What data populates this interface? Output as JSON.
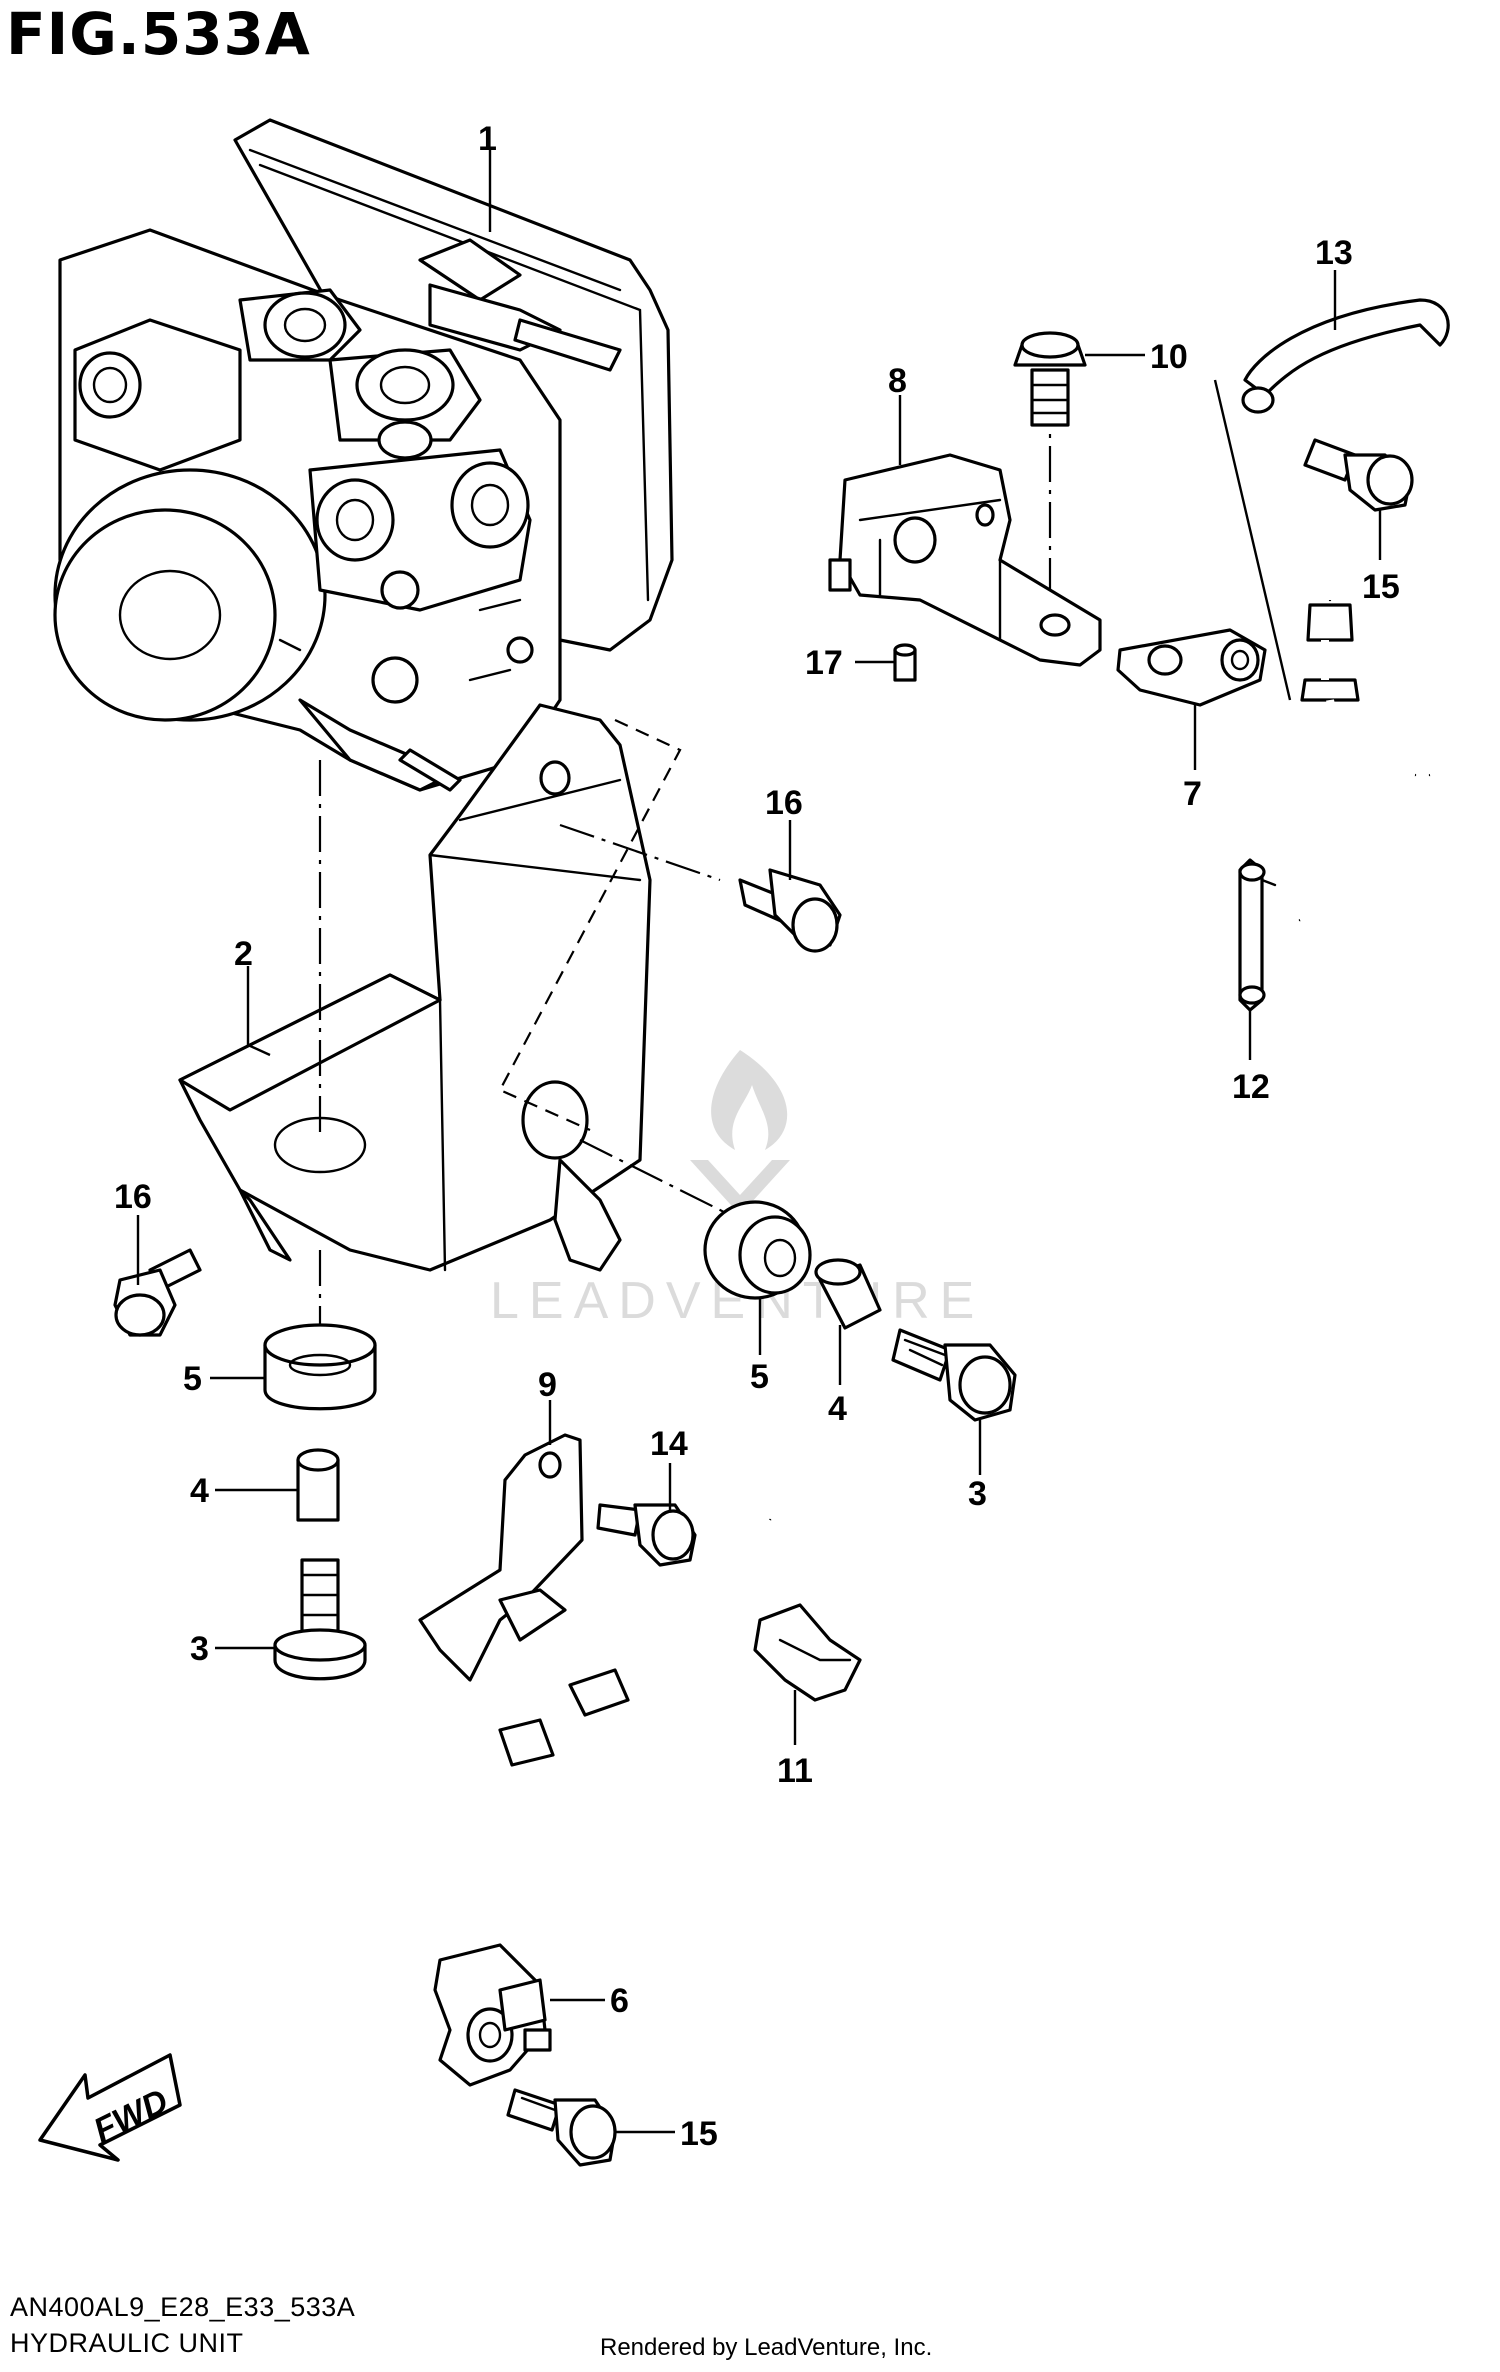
{
  "figure": {
    "title": "FIG.533A",
    "model_code": "AN400AL9_E28_E33_533A",
    "section_name": "HYDRAULIC UNIT",
    "credit": "Rendered by LeadVenture, Inc.",
    "watermark": "LEADVENTURE",
    "fwd_label": "FWD"
  },
  "callouts": [
    "1",
    "2",
    "3",
    "3",
    "4",
    "4",
    "5",
    "5",
    "6",
    "7",
    "8",
    "9",
    "10",
    "11",
    "12",
    "13",
    "14",
    "15",
    "15",
    "16",
    "16",
    "17"
  ],
  "colors": {
    "line": "#000000",
    "background": "#ffffff",
    "watermark": "#d8d8d8"
  }
}
